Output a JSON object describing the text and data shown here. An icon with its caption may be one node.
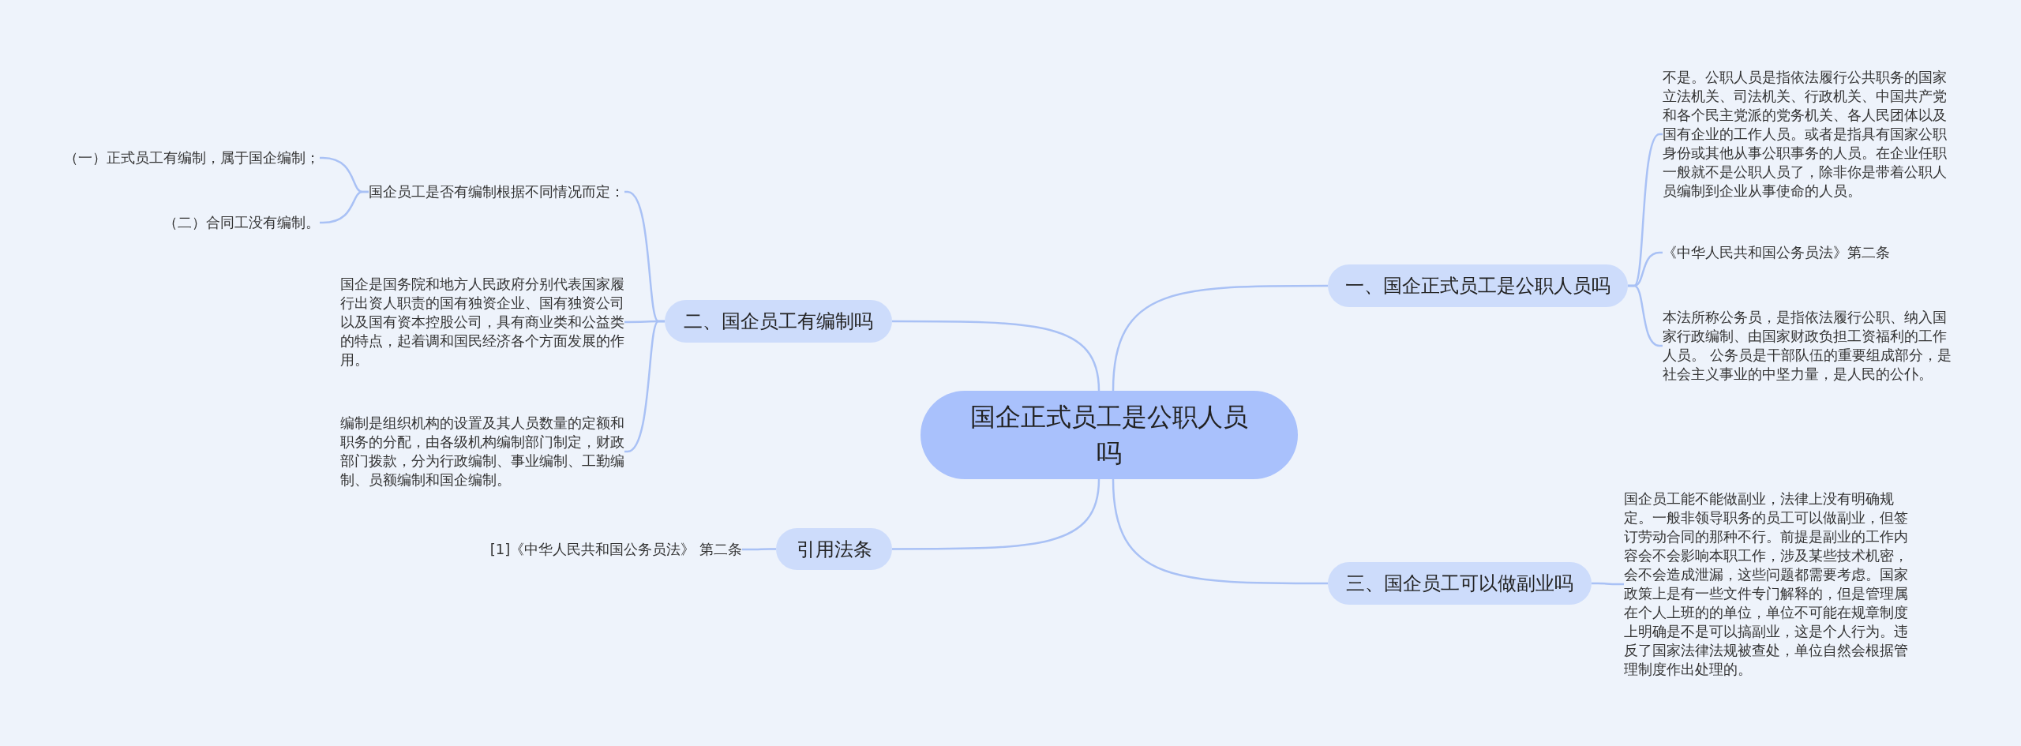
{
  "diagram": {
    "nodes": [
      {
        "text": [
          "国企正式员工是公职人员吗"
        ]
      },
      {
        "text": [
          "一、国企正式员工是公职人员吗"
        ]
      },
      {
        "text": [
          "不是。公职人员是指依法履行公共职务的国家立法机关、司法机关、行政机关、中国共产党和各个民主党派的党务机关、各人民团体以及国有企业的工作人员。或者是指具有国家公职身份或其他从事公职事务的人员。在企业任职一般就不是公职人员了，除非你是带着公职人员编制到企业从事使命的人员。"
        ]
      },
      {
        "text": [
          "《中华人民共和国公务员法》第二条"
        ]
      },
      {
        "text": [
          "本法所称公务员，是指依法履行公职、纳入国家行政编制、由国家财政负担工资福利的工作人员。 公务员是干部队伍的重要组成部分，是社会主义事业的中坚力量，是人民的公仆。"
        ]
      },
      {
        "text": [
          "二、国企员工有编制吗"
        ]
      },
      {
        "text": [
          "国企员工是否有编制根据不同情况而定："
        ]
      },
      {
        "text": [
          "（一）正式员工有编制，属于国企编制；"
        ]
      },
      {
        "text": [
          "（二）合同工没有编制。"
        ]
      },
      {
        "text": [
          "国企是国务院和地方人民政府分别代表国家履行出资人职责的国有独资企业、国有独资公司以及国有资本控股公司，具有商业类和公益类的特点，起着调和国民经济各个方面发展的作用。"
        ]
      },
      {
        "text": [
          "编制是组织机构的设置及其人员数量的定额和职务的分配，由各级机构编制部门制定，财政部门拨款，分为行政编制、事业编制、工勤编制、员额编制和国企编制。"
        ]
      },
      {
        "text": [
          "引用法条"
        ]
      },
      {
        "text": [
          "[1]《中华人民共和国公务员法》 第二条"
        ]
      },
      {
        "text": [
          "三、国企员工可以做副业吗"
        ]
      },
      {
        "text": [
          "国企员工能不能做副业，法律上没有明确规定。一般非领导职务的员工可以做副业，但签订劳动合同的那种不行。前提是副业的工作内容会不会影响本职工作，涉及某些技术机密，会不会造成泄漏，这些问题都需要考虑。国家政策上是有一些文件专门解释的，但是管理属在个人上班的的单位，单位不可能在规章制度上明确是不是可以搞副业，这是个人行为。违反了国家法律法规被查处，单位自然会根据管理制度作出处理的。"
        ]
      }
    ],
    "edges": [
      {
        "from": 0,
        "to": 1,
        "arrow": "none"
      },
      {
        "from": 1,
        "to": 2,
        "arrow": "none"
      },
      {
        "from": 1,
        "to": 3,
        "arrow": "none"
      },
      {
        "from": 1,
        "to": 4,
        "arrow": "none"
      },
      {
        "from": 0,
        "to": 5,
        "arrow": "none"
      },
      {
        "from": 5,
        "to": 6,
        "arrow": "none"
      },
      {
        "from": 6,
        "to": 7,
        "arrow": "none"
      },
      {
        "from": 6,
        "to": 8,
        "arrow": "none"
      },
      {
        "from": 5,
        "to": 9,
        "arrow": "none"
      },
      {
        "from": 5,
        "to": 10,
        "arrow": "none"
      },
      {
        "from": 0,
        "to": 11,
        "arrow": "none"
      },
      {
        "from": 11,
        "to": 12,
        "arrow": "none"
      },
      {
        "from": 0,
        "to": 13,
        "arrow": "none"
      },
      {
        "from": 13,
        "to": 14,
        "arrow": "none"
      }
    ]
  }
}
